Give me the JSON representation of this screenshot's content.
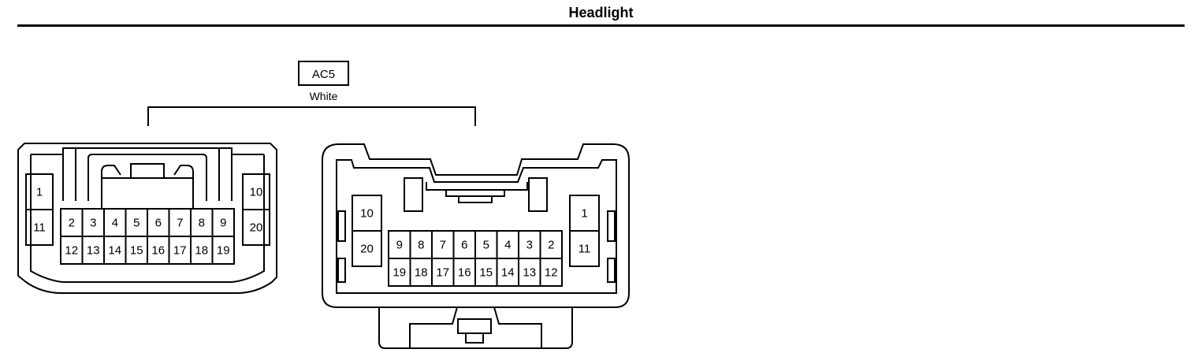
{
  "header": {
    "title": "Headlight"
  },
  "connector": {
    "code": "AC5",
    "color": "White"
  },
  "left_connector": {
    "side_top_left": "1",
    "side_bottom_left": "11",
    "side_top_right": "10",
    "side_bottom_right": "20",
    "top_row": [
      "2",
      "3",
      "4",
      "5",
      "6",
      "7",
      "8",
      "9"
    ],
    "bottom_row": [
      "12",
      "13",
      "14",
      "15",
      "16",
      "17",
      "18",
      "19"
    ]
  },
  "right_connector": {
    "side_top_left": "10",
    "side_bottom_left": "20",
    "side_top_right": "1",
    "side_bottom_right": "11",
    "top_row": [
      "9",
      "8",
      "7",
      "6",
      "5",
      "4",
      "3",
      "2"
    ],
    "bottom_row": [
      "19",
      "18",
      "17",
      "16",
      "15",
      "14",
      "13",
      "12"
    ]
  }
}
